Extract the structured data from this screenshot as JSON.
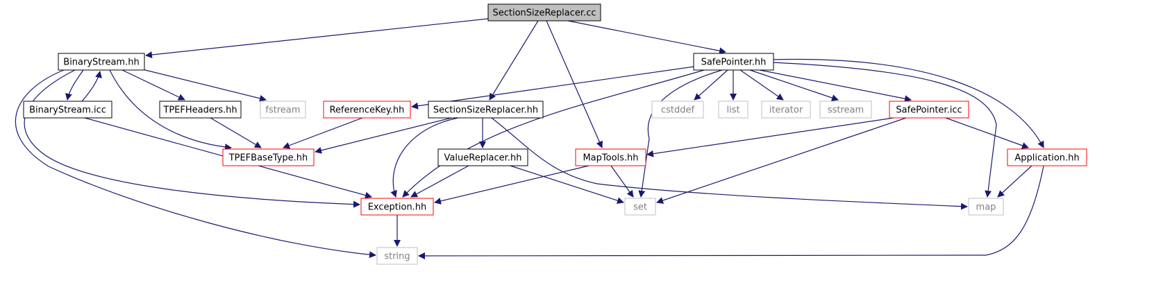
{
  "graph": {
    "colors": {
      "edge": "#191970",
      "root_fill": "#bfbfbf",
      "black_border": "#000000",
      "red_border": "#ff0000",
      "gray_border": "#bfbfbf",
      "text": "#000000",
      "gray_text": "#808080"
    },
    "nodes": [
      {
        "id": "root",
        "label": "SectionSizeReplacer.cc",
        "style": "root"
      },
      {
        "id": "binarystream_hh",
        "label": "BinaryStream.hh",
        "style": "black"
      },
      {
        "id": "safepointer_hh",
        "label": "SafePointer.hh",
        "style": "black"
      },
      {
        "id": "binarystream_icc",
        "label": "BinaryStream.icc",
        "style": "black"
      },
      {
        "id": "tpefheaders_hh",
        "label": "TPEFHeaders.hh",
        "style": "black"
      },
      {
        "id": "fstream",
        "label": "fstream",
        "style": "gray"
      },
      {
        "id": "referencekey_hh",
        "label": "ReferenceKey.hh",
        "style": "red"
      },
      {
        "id": "sectionsizereplacer_hh",
        "label": "SectionSizeReplacer.hh",
        "style": "black"
      },
      {
        "id": "cstddef",
        "label": "cstddef",
        "style": "gray"
      },
      {
        "id": "list",
        "label": "list",
        "style": "gray"
      },
      {
        "id": "iterator",
        "label": "iterator",
        "style": "gray"
      },
      {
        "id": "sstream",
        "label": "sstream",
        "style": "gray"
      },
      {
        "id": "safepointer_icc",
        "label": "SafePointer.icc",
        "style": "red"
      },
      {
        "id": "tpefbasetype_hh",
        "label": "TPEFBaseType.hh",
        "style": "red"
      },
      {
        "id": "valuereplacer_hh",
        "label": "ValueReplacer.hh",
        "style": "black"
      },
      {
        "id": "maptools_hh",
        "label": "MapTools.hh",
        "style": "red"
      },
      {
        "id": "application_hh",
        "label": "Application.hh",
        "style": "red"
      },
      {
        "id": "exception_hh",
        "label": "Exception.hh",
        "style": "red"
      },
      {
        "id": "set",
        "label": "set",
        "style": "gray"
      },
      {
        "id": "map",
        "label": "map",
        "style": "gray"
      },
      {
        "id": "string",
        "label": "string",
        "style": "gray"
      }
    ],
    "edges": [
      [
        "root",
        "binarystream_hh"
      ],
      [
        "root",
        "sectionsizereplacer_hh"
      ],
      [
        "root",
        "maptools_hh"
      ],
      [
        "root",
        "safepointer_hh"
      ],
      [
        "binarystream_hh",
        "binarystream_icc"
      ],
      [
        "binarystream_hh",
        "tpefheaders_hh"
      ],
      [
        "binarystream_hh",
        "fstream"
      ],
      [
        "binarystream_hh",
        "tpefbasetype_hh"
      ],
      [
        "binarystream_hh",
        "exception_hh"
      ],
      [
        "binarystream_hh",
        "string"
      ],
      [
        "binarystream_icc",
        "binarystream_hh"
      ],
      [
        "binarystream_icc",
        "exception_hh"
      ],
      [
        "tpefheaders_hh",
        "tpefbasetype_hh"
      ],
      [
        "referencekey_hh",
        "tpefbasetype_hh"
      ],
      [
        "sectionsizereplacer_hh",
        "tpefbasetype_hh"
      ],
      [
        "sectionsizereplacer_hh",
        "valuereplacer_hh"
      ],
      [
        "sectionsizereplacer_hh",
        "exception_hh"
      ],
      [
        "sectionsizereplacer_hh",
        "map"
      ],
      [
        "valuereplacer_hh",
        "exception_hh"
      ],
      [
        "valuereplacer_hh",
        "set"
      ],
      [
        "safepointer_hh",
        "referencekey_hh"
      ],
      [
        "safepointer_hh",
        "exception_hh"
      ],
      [
        "safepointer_hh",
        "set"
      ],
      [
        "safepointer_hh",
        "cstddef"
      ],
      [
        "safepointer_hh",
        "list"
      ],
      [
        "safepointer_hh",
        "iterator"
      ],
      [
        "safepointer_hh",
        "sstream"
      ],
      [
        "safepointer_hh",
        "safepointer_icc"
      ],
      [
        "safepointer_hh",
        "map"
      ],
      [
        "safepointer_hh",
        "application_hh"
      ],
      [
        "safepointer_icc",
        "maptools_hh"
      ],
      [
        "safepointer_icc",
        "set"
      ],
      [
        "safepointer_icc",
        "application_hh"
      ],
      [
        "maptools_hh",
        "exception_hh"
      ],
      [
        "maptools_hh",
        "set"
      ],
      [
        "application_hh",
        "map"
      ],
      [
        "application_hh",
        "string"
      ],
      [
        "exception_hh",
        "string"
      ]
    ]
  }
}
